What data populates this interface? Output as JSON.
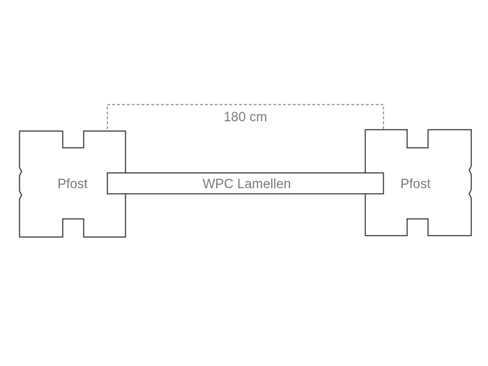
{
  "diagram": {
    "post_left_label": "Pfost",
    "post_right_label": "Pfost",
    "slat_label": "WPC Lamellen",
    "dimension_label": "180 cm"
  },
  "colors": {
    "stroke": "#333333",
    "text": "#7a7a7a",
    "background": "#ffffff"
  }
}
